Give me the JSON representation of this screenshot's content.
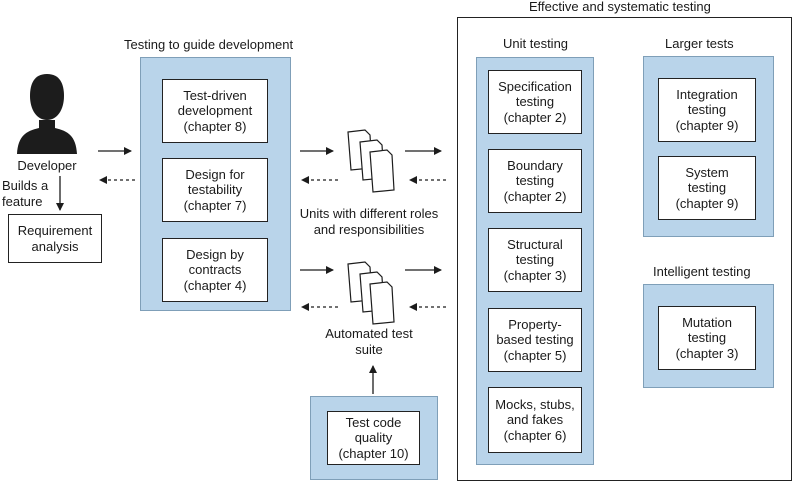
{
  "developer": {
    "label": "Developer",
    "side_note": "Builds a\nfeature",
    "requirement": "Requirement\nanalysis"
  },
  "guide": {
    "title": "Testing to guide development",
    "items": [
      "Test-driven\ndevelopment\n(chapter 8)",
      "Design for\ntestability\n(chapter 7)",
      "Design by\ncontracts\n(chapter 4)"
    ]
  },
  "middle": {
    "units_label": "Units with different roles\nand responsibilities",
    "suite_label": "Automated test\nsuite",
    "quality": "Test code\nquality\n(chapter 10)"
  },
  "effective": {
    "title": "Effective and systematic testing",
    "unit": {
      "title": "Unit testing",
      "items": [
        "Specification\ntesting\n(chapter 2)",
        "Boundary\ntesting\n(chapter 2)",
        "Structural\ntesting\n(chapter 3)",
        "Property-\nbased testing\n(chapter 5)",
        "Mocks, stubs,\nand fakes\n(chapter 6)"
      ]
    },
    "larger": {
      "title": "Larger tests",
      "items": [
        "Integration\ntesting\n(chapter 9)",
        "System\ntesting\n(chapter 9)"
      ]
    },
    "intelligent": {
      "title": "Intelligent testing",
      "items": [
        "Mutation\ntesting\n(chapter 3)"
      ]
    }
  },
  "colors": {
    "panel": "#b9d4ea",
    "border": "#222222"
  },
  "icons": [
    "person-icon",
    "documents-icon"
  ]
}
